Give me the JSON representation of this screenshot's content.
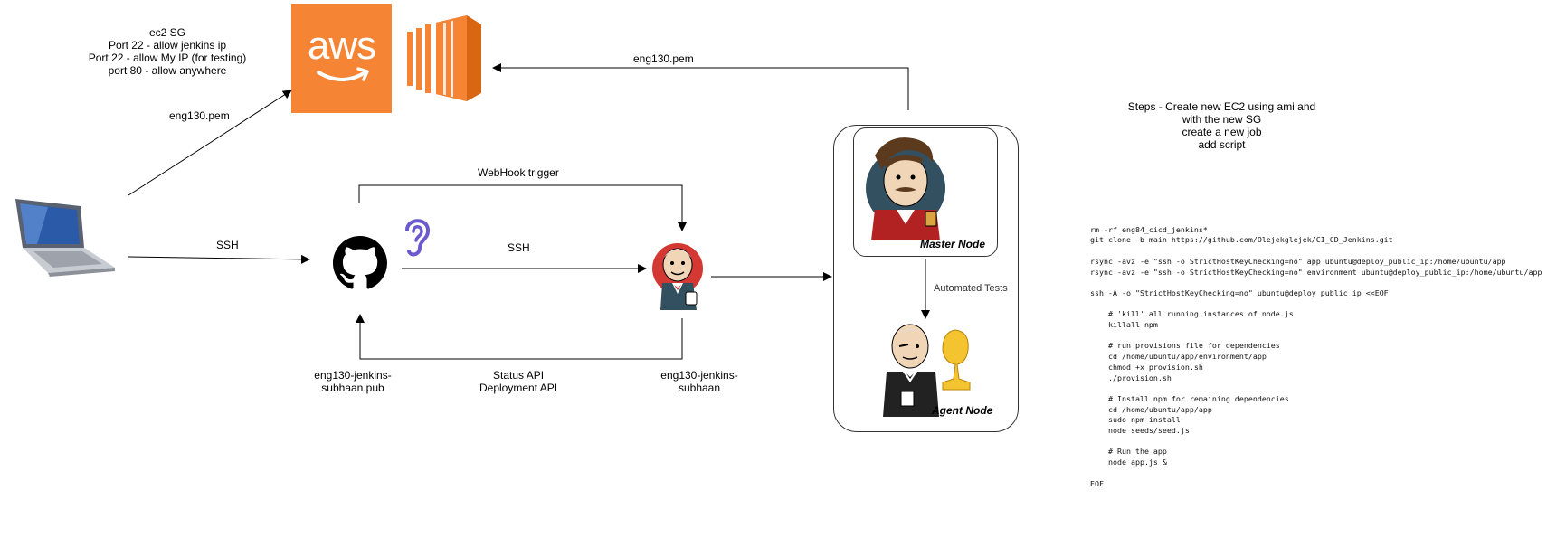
{
  "sg_note": {
    "lines": [
      "ec2 SG",
      "Port 22 - allow jenkins ip",
      "Port 22 - allow My IP (for testing)",
      "port 80 - allow anywhere"
    ]
  },
  "aws": {
    "logo_text": "aws",
    "brand_color": "#F58534"
  },
  "labels": {
    "pem_laptop": "eng130.pem",
    "pem_master": "eng130.pem",
    "ssh_laptop": "SSH",
    "ssh_github": "SSH",
    "webhook": "WebHook trigger",
    "status_api": "Status API",
    "deployment_api": "Deployment API",
    "pub_key_line1": "eng130-jenkins-",
    "pub_key_line2": "subhaan.pub",
    "priv_key_line1": "eng130-jenkins-",
    "priv_key_line2": "subhaan",
    "automated_tests": "Automated Tests"
  },
  "nodes": {
    "master": "Master Node",
    "agent": "Agent Node"
  },
  "steps": {
    "lines": [
      "Steps -  Create new EC2 using ami and",
      "with the new SG",
      "create a new job",
      "add script"
    ]
  },
  "script": {
    "lines": [
      "rm -rf eng84_cicd_jenkins*",
      "git clone -b main https://github.com/Olejekglejek/CI_CD_Jenkins.git",
      "",
      "rsync -avz -e \"ssh -o StrictHostKeyChecking=no\" app ubuntu@deploy_public_ip:/home/ubuntu/app",
      "rsync -avz -e \"ssh -o StrictHostKeyChecking=no\" environment ubuntu@deploy_public_ip:/home/ubuntu/app",
      "",
      "ssh -A -o \"StrictHostKeyChecking=no\" ubuntu@deploy_public_ip <<EOF",
      "",
      "    # 'kill' all running instances of node.js",
      "    killall npm",
      "",
      "    # run provisions file for dependencies",
      "    cd /home/ubuntu/app/environment/app",
      "    chmod +x provision.sh",
      "    ./provision.sh",
      "",
      "    # Install npm for remaining dependencies",
      "    cd /home/ubuntu/app/app",
      "    sudo npm install",
      "    node seeds/seed.js",
      "",
      "    # Run the app",
      "    node app.js &",
      "",
      "EOF"
    ]
  }
}
